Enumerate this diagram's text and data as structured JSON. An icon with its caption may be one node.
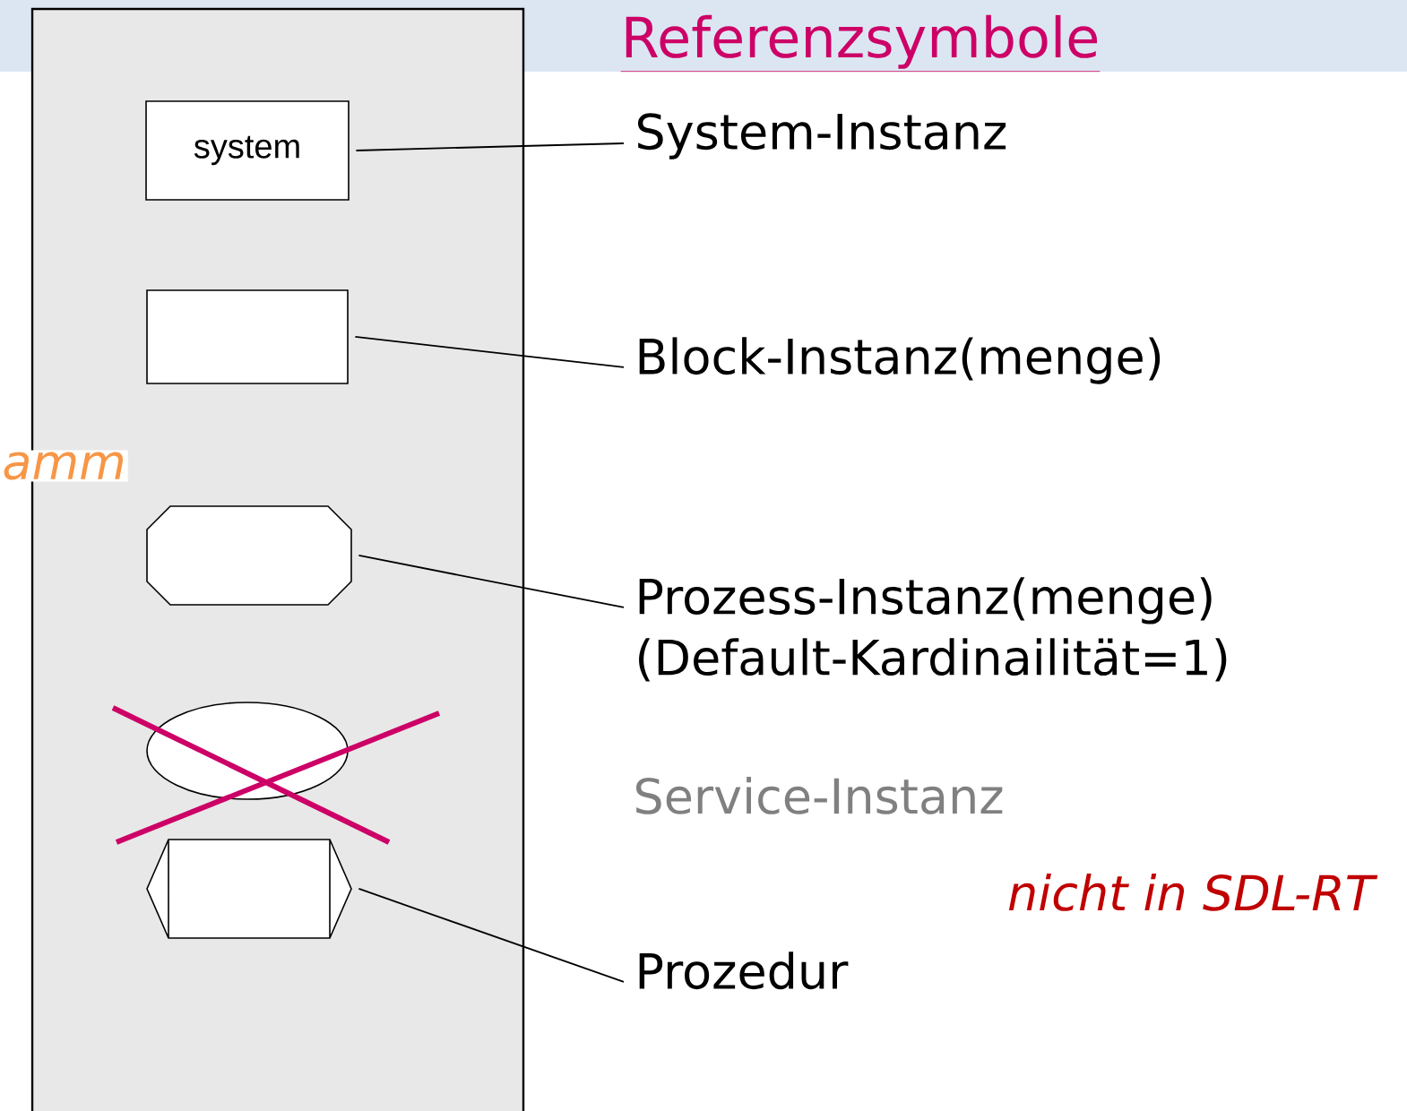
{
  "diagram": {
    "title": "Referenzsymbole",
    "nodes": [
      {
        "text": [],
        "shape": "box"
      },
      {
        "text": [
          "system"
        ],
        "in": 0
      },
      {
        "text": [
          "System-Instanz"
        ]
      },
      {
        "text": [],
        "shape": "box",
        "in": 0
      },
      {
        "text": [
          "Block-Instanz(menge)"
        ]
      },
      {
        "text": [],
        "shape": "octagon",
        "in": 0
      },
      {
        "text": [
          "Prozess-Instanz(menge) (Default-Kardinailität=1)"
        ]
      },
      {
        "text": [],
        "shape": "ellipse",
        "in": 0
      },
      {
        "text": [],
        "shape": "hexagon",
        "in": 0
      },
      {
        "text": [
          "Prozedur"
        ]
      }
    ],
    "edges": [
      {
        "from": 2,
        "to": 1,
        "arrow": "none"
      },
      {
        "from": 4,
        "to": 3,
        "arrow": "none"
      },
      {
        "from": 6,
        "to": 5,
        "arrow": "none"
      },
      {
        "from": 9,
        "to": 8,
        "arrow": "none"
      }
    ],
    "labels": [
      "amm",
      "Service-Instanz",
      "nicht in SDL-RT"
    ]
  }
}
